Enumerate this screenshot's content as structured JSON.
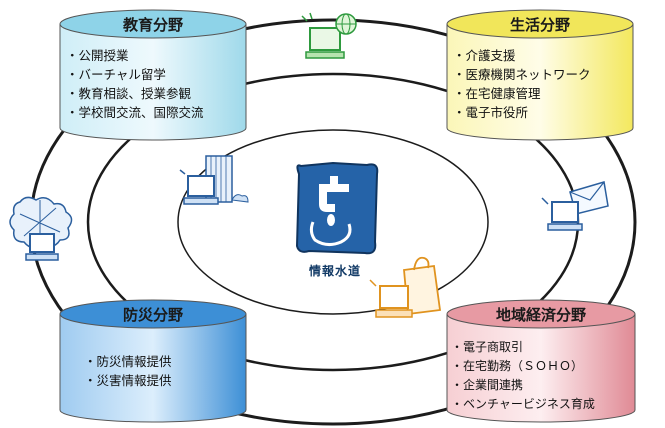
{
  "center": {
    "label": "情報水道"
  },
  "sectors": [
    {
      "id": "education",
      "title": "教育分野",
      "items": [
        "公開授業",
        "バーチャル留学",
        "教育相談、授業参観",
        "学校間交流、国際交流"
      ]
    },
    {
      "id": "life",
      "title": "生活分野",
      "items": [
        "介護支援",
        "医療機関ネットワーク",
        "在宅健康管理",
        "電子市役所"
      ]
    },
    {
      "id": "disaster",
      "title": "防災分野",
      "items": [
        "防災情報提供",
        "災害情報提供"
      ]
    },
    {
      "id": "economy",
      "title": "地域経済分野",
      "items": [
        "電子商取引",
        "在宅勤務（ＳＯＨＯ）",
        "企業間連携",
        "ベンチャービジネス育成"
      ]
    }
  ],
  "icons": [
    "globe-computer-icon",
    "computer-building-icon",
    "computer-mail-icon",
    "computer-network-icon",
    "computer-shopping-bag-icon",
    "faucet-icon"
  ],
  "colors": {
    "education": "#8ed3e8",
    "life": "#f1e65a",
    "disaster": "#3d8fd6",
    "economy": "#e79aa3",
    "faucet_bg": "#2563a8",
    "ring": "#222222"
  }
}
